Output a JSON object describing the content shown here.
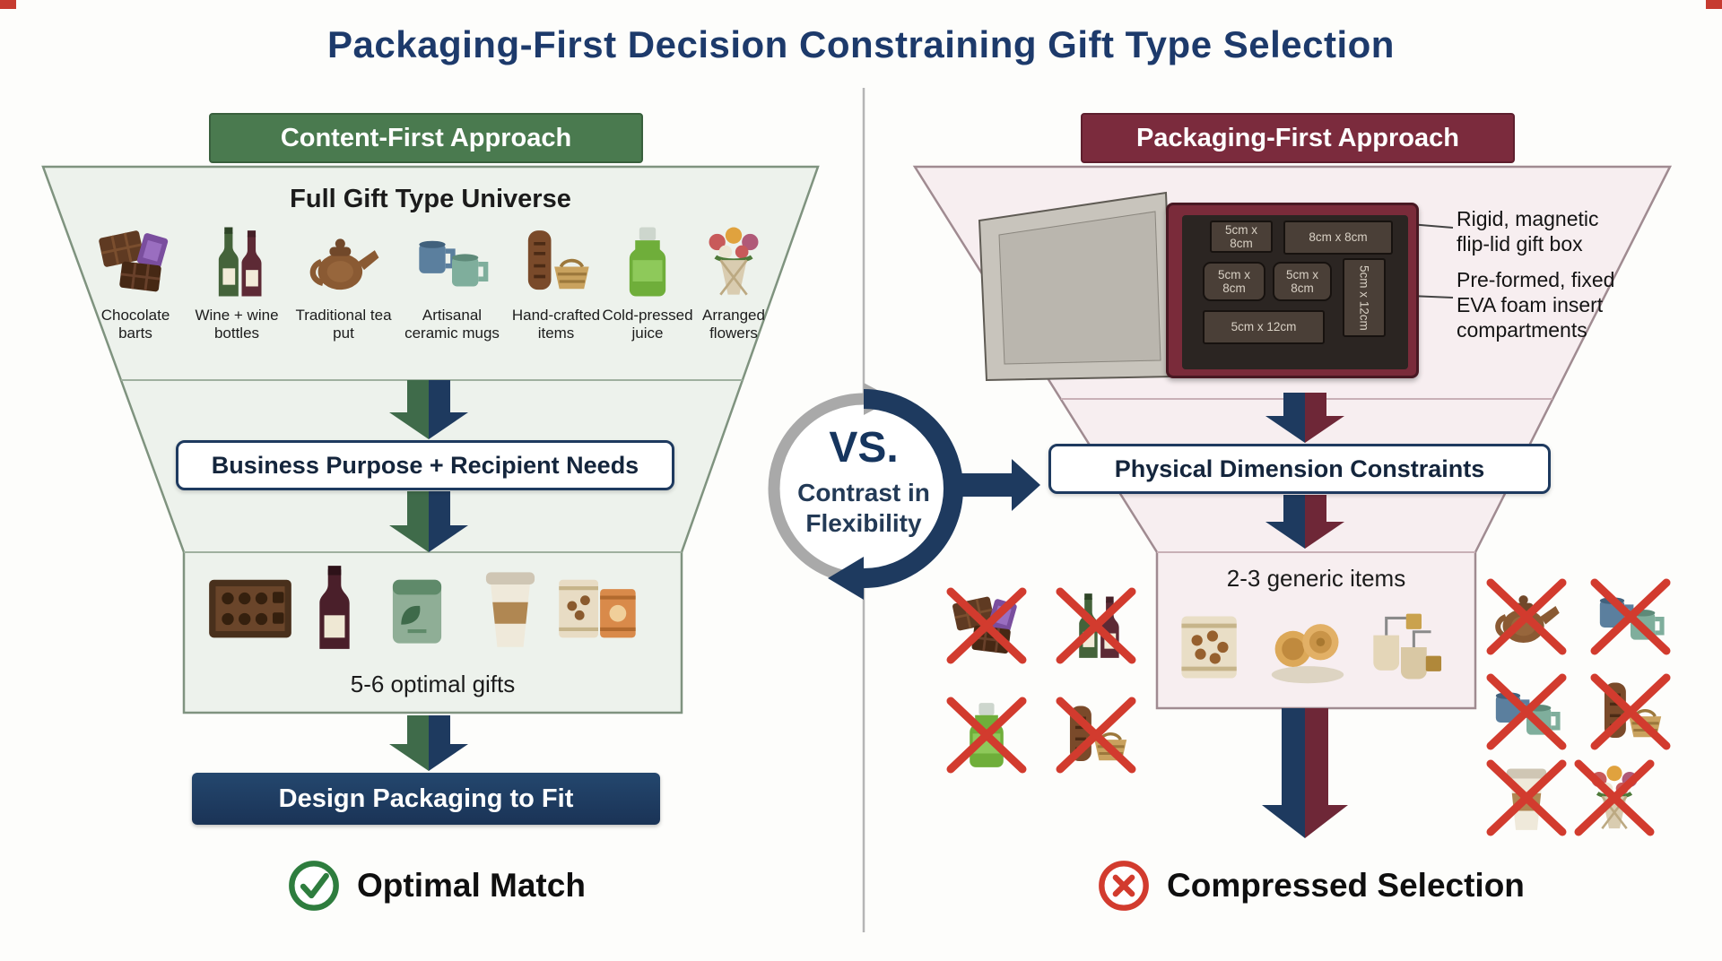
{
  "title": "Packaging-First Decision Constraining Gift Type Selection",
  "center": {
    "vs_label": "VS.",
    "subtitle_line1": "Contrast in",
    "subtitle_line2": "Flexibility"
  },
  "left": {
    "header": "Content-First Approach",
    "universe_title": "Full Gift Type Universe",
    "items": [
      {
        "icon": "chocolate-bars",
        "label": "Chocolate barts"
      },
      {
        "icon": "wine-bottles",
        "label": "Wine + wine bottles"
      },
      {
        "icon": "teapot",
        "label": "Traditional tea put"
      },
      {
        "icon": "ceramic-mugs",
        "label": "Artisanal ceramic mugs"
      },
      {
        "icon": "handcrafted",
        "label": "Hand-crafted items"
      },
      {
        "icon": "juice-bottle",
        "label": "Cold-pressed juice"
      },
      {
        "icon": "bouquet",
        "label": "Arranged flowers"
      }
    ],
    "filter_label": "Business Purpose + Recipient Needs",
    "optimal_items": [
      {
        "icon": "chocolate-box"
      },
      {
        "icon": "wine-bottle"
      },
      {
        "icon": "tea-tin"
      },
      {
        "icon": "coffee-cup"
      },
      {
        "icon": "snack-pack"
      }
    ],
    "optimal_label": "5-6 optimal gifts",
    "action_label": "Design Packaging to Fit",
    "result_label": "Optimal Match"
  },
  "right": {
    "header": "Packaging-First Approach",
    "annotation1": "Rigid, magnetic flip-lid gift box",
    "annotation2": "Pre-formed, fixed EVA foam insert compartments",
    "compartments": [
      "5cm x 8cm",
      "8cm x 8cm",
      "5cm x 8cm",
      "5cm x 8cm",
      "5cm x 12cm",
      "5cm x 12cm"
    ],
    "filter_label": "Physical Dimension Constraints",
    "generic_label": "2-3 generic items",
    "generic_items": [
      {
        "icon": "nuts-pack"
      },
      {
        "icon": "cookies"
      },
      {
        "icon": "tea-bags"
      }
    ],
    "excluded_left": [
      {
        "icon": "chocolate-bars"
      },
      {
        "icon": "wine-bottles"
      },
      {
        "icon": "juice-bottle"
      },
      {
        "icon": "handcrafted"
      }
    ],
    "excluded_right": [
      {
        "icon": "teapot"
      },
      {
        "icon": "ceramic-mugs"
      },
      {
        "icon": "ceramic-mugs"
      },
      {
        "icon": "handcrafted"
      },
      {
        "icon": "coffee-cup"
      },
      {
        "icon": "bouquet"
      }
    ],
    "result_label": "Compressed Selection"
  },
  "colors": {
    "green_header": "#4a7a4f",
    "maroon_header": "#7b2b3d",
    "navy": "#1e3a5f",
    "check_green": "#2e7d3e",
    "cross_red": "#d23b2e"
  }
}
